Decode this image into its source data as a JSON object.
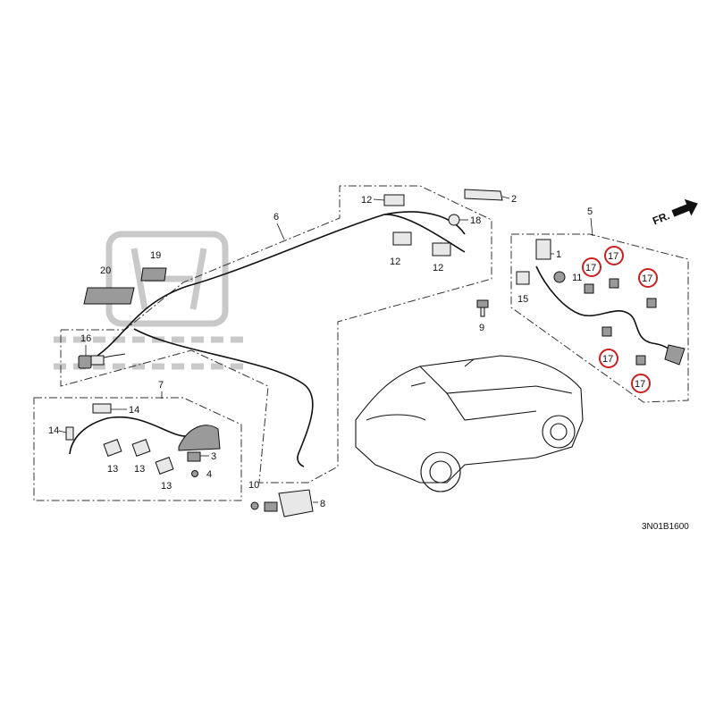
{
  "diagram_code": "3N01B1600",
  "front_indicator": "FR.",
  "groups": {
    "group_5": "5",
    "group_6": "6",
    "group_7": "7"
  },
  "callouts": {
    "c1": "1",
    "c2": "2",
    "c3": "3",
    "c4": "4",
    "c8": "8",
    "c9": "9",
    "c10": "10",
    "c11": "11",
    "c12a": "12",
    "c12b": "12",
    "c12c": "12",
    "c13a": "13",
    "c13b": "13",
    "c13c": "13",
    "c14a": "14",
    "c14b": "14",
    "c15": "15",
    "c16": "16",
    "c18": "18",
    "c19": "19",
    "c20": "20"
  },
  "highlighted_callouts": [
    "17",
    "17",
    "17",
    "17",
    "17",
    "17"
  ],
  "colors": {
    "highlight": "#cc1f1f",
    "line": "#111111",
    "watermark": "#c9c9c9"
  }
}
